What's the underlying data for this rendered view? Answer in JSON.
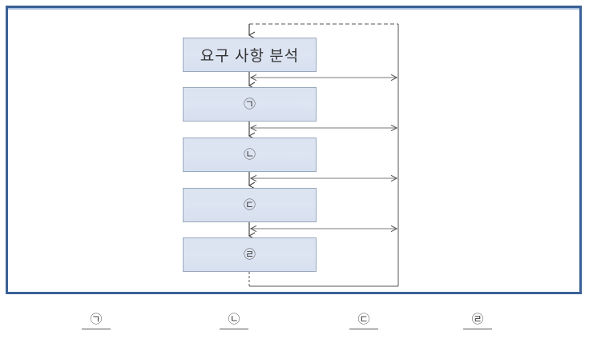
{
  "frame": {
    "border_color": "#3a6196",
    "accent_color": "#a9c0e0",
    "background": "#ffffff"
  },
  "diagram": {
    "type": "flowchart",
    "title_box_label": "요구 사항 분석",
    "box_fill": "#dce3f0",
    "box_border": "#9aa8bd",
    "flow_line_color": "#595959",
    "feedback_line_color": "#a6a6a6",
    "loop_line_color": "#595959",
    "nodes": [
      {
        "id": "node-1",
        "label": "요구 사항 분석",
        "kind": "text"
      },
      {
        "id": "node-2",
        "label": "㉠",
        "kind": "circled-letter"
      },
      {
        "id": "node-3",
        "label": "㉡",
        "kind": "circled-letter"
      },
      {
        "id": "node-4",
        "label": "㉢",
        "kind": "circled-letter"
      },
      {
        "id": "node-5",
        "label": "㉣",
        "kind": "circled-letter"
      }
    ],
    "feedback_arrows": [
      {
        "id": "feedback-1",
        "from": "node-1",
        "to": "right-rail",
        "style": "double-headed"
      },
      {
        "id": "feedback-2",
        "from": "node-2",
        "to": "right-rail",
        "style": "double-headed"
      },
      {
        "id": "feedback-3",
        "from": "node-3",
        "to": "right-rail",
        "style": "double-headed"
      },
      {
        "id": "feedback-4",
        "from": "node-4",
        "to": "right-rail",
        "style": "double-headed"
      }
    ],
    "return_loop": {
      "id": "return-loop",
      "from": "node-5",
      "to": "node-1",
      "top_segment_style": "dashed",
      "bottom_segment_style": "solid"
    }
  },
  "legend": {
    "items": [
      {
        "id": "legend-1",
        "label": "㉠"
      },
      {
        "id": "legend-2",
        "label": "㉡"
      },
      {
        "id": "legend-3",
        "label": "㉢"
      },
      {
        "id": "legend-4",
        "label": "㉣"
      }
    ]
  }
}
